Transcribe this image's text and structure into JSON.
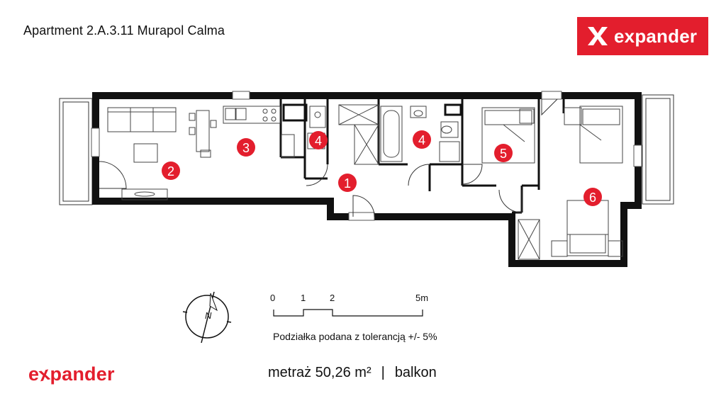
{
  "header": {
    "title": "Apartment 2.A.3.11 Murapol Calma",
    "brand": "expander"
  },
  "plan": {
    "rooms": [
      {
        "number": "1"
      },
      {
        "number": "2"
      },
      {
        "number": "3"
      },
      {
        "number": "4"
      },
      {
        "number": "4"
      },
      {
        "number": "5"
      },
      {
        "number": "6"
      }
    ],
    "compass": {
      "north_label": "N"
    }
  },
  "scale": {
    "ticks": [
      "0",
      "1",
      "2",
      "5m"
    ],
    "tolerance_note": "Podziałka podana z tolerancją +/- 5%"
  },
  "summary": {
    "area": "metraż 50,26 m²",
    "separator": "|",
    "feature": "balkon"
  },
  "footer": {
    "logo_prefix": "e",
    "logo_x": "x",
    "logo_suffix": "pander"
  },
  "colors": {
    "brand_red": "#e31e2d",
    "wall": "#111111",
    "marker": "#e31e2d"
  }
}
